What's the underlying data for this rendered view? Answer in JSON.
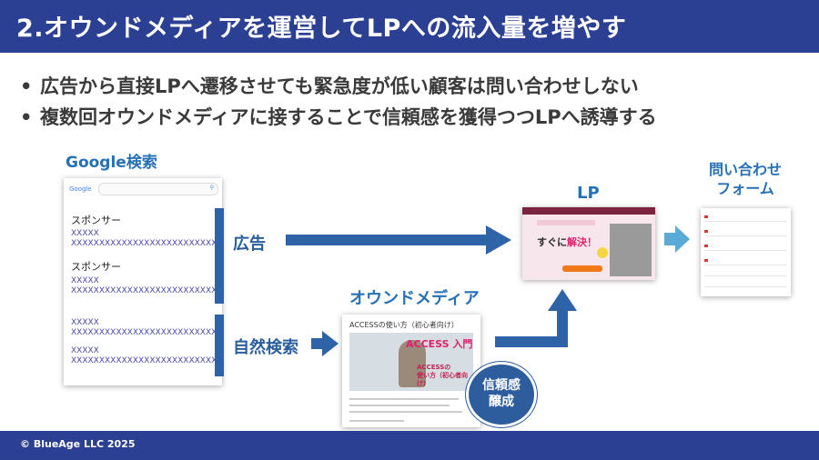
{
  "header": {
    "title": "2.オウンドメディアを運営してLPへの流入量を増やす"
  },
  "bullets": [
    "広告から直接LPへ遷移させても緊急度が低い顧客は問い合わせしない",
    "複数回オウンドメディアに接することで信頼感を獲得つつLPへ誘導する"
  ],
  "serp": {
    "label": "Google検索",
    "logo": "Google",
    "sponsor_label": "スポンサー",
    "short_x": "XXXXX",
    "long_x": "XXXXXXXXXXXXXXXXXXXXXXXXXX"
  },
  "flow": {
    "ad_label": "広告",
    "organic_label": "自然検索",
    "lp_label": "LP",
    "media_label": "オウンドメディア",
    "form_label_line1": "問い合わせ",
    "form_label_line2": "フォーム",
    "trust_line1": "信頼感",
    "trust_line2": "醸成"
  },
  "media_card": {
    "title": "ACCESSの使い方（初心者向け）",
    "img_keyword": "ACCESS 入門",
    "img_caption_line1": "ACCESSの",
    "img_caption_line2": "使い方（初心者向け）"
  },
  "lp_card": {
    "headline_prefix": "すぐに",
    "headline_highlight": "解決！"
  },
  "footer": {
    "copyright": "© BlueAge LLC 2025"
  },
  "colors": {
    "header_bg": "#2b3f93",
    "accent_blue": "#2670b5",
    "arrow_blue": "#2e63a8",
    "light_arrow": "#5aaad8"
  }
}
